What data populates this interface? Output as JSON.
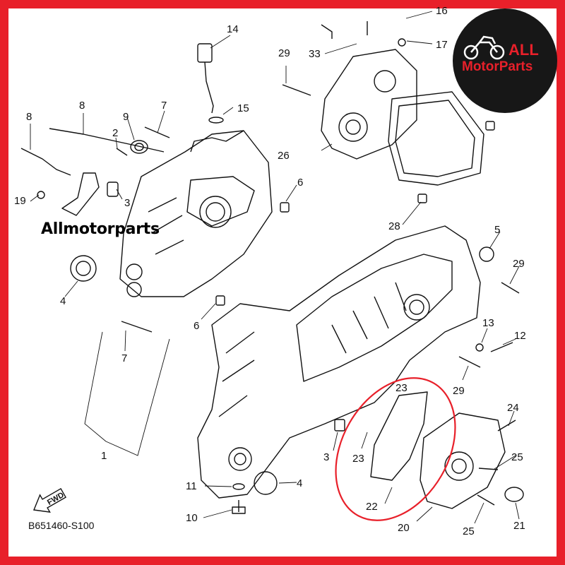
{
  "watermark": "Allmotorparts",
  "diagram_code": "B651460-S100",
  "fwd_label": "FWD",
  "logo": {
    "line1": "ALL",
    "line2": "MotorParts",
    "color": "#e8202a"
  },
  "frame_color": "#e8202a",
  "highlight_color": "#e8202a",
  "callouts": {
    "c1": "1",
    "c2": "2",
    "c3a": "3",
    "c3b": "3",
    "c4a": "4",
    "c4b": "4",
    "c5": "5",
    "c6a": "6",
    "c6b": "6",
    "c7a": "7",
    "c7b": "7",
    "c8a": "8",
    "c8b": "8",
    "c9": "9",
    "c10": "10",
    "c11": "11",
    "c12": "12",
    "c13": "13",
    "c14": "14",
    "c15": "15",
    "c16": "16",
    "c17": "17",
    "c19": "19",
    "c20": "20",
    "c21": "21",
    "c22": "22",
    "c23a": "23",
    "c23b": "23",
    "c24": "24",
    "c25a": "25",
    "c25b": "25",
    "c26": "26",
    "c28": "28",
    "c29a": "29",
    "c29b": "29",
    "c29c": "29",
    "c33": "33"
  }
}
